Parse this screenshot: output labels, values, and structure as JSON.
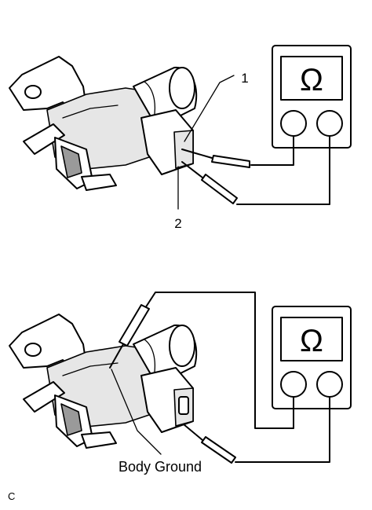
{
  "meter_symbol": "Ω",
  "callouts": [
    {
      "label": "1"
    },
    {
      "label": "2"
    }
  ],
  "lower_label": "Body Ground",
  "corner_code": "C"
}
